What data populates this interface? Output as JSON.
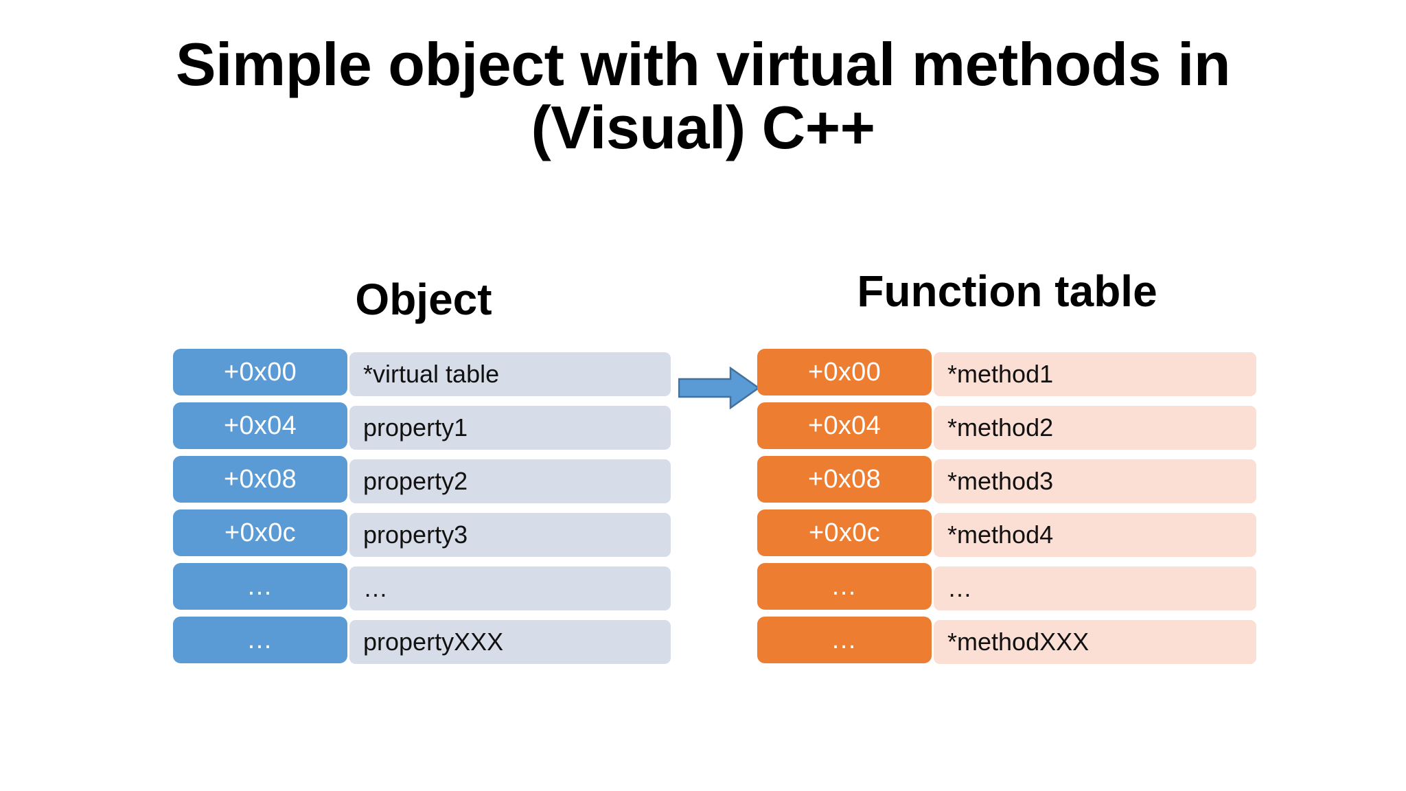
{
  "slide": {
    "title": "Simple object with virtual methods in\n(Visual) C++",
    "background_color": "#FFFFFF"
  },
  "colors": {
    "object_offset_fill": "#5B9BD5",
    "object_value_fill": "#D6DCE8",
    "function_offset_fill": "#ED7D31",
    "function_value_fill": "#FBDED4",
    "arrow_fill": "#5B9BD5",
    "arrow_stroke": "#41719C",
    "text_dark": "#000000",
    "text_light": "#FFFFFF"
  },
  "object_table": {
    "header": "Object",
    "columns": [
      "offset",
      "value"
    ],
    "rows": [
      {
        "offset": "+0x00",
        "value": "*virtual table"
      },
      {
        "offset": "+0x04",
        "value": "property1"
      },
      {
        "offset": "+0x08",
        "value": "property2"
      },
      {
        "offset": "+0x0c",
        "value": "property3"
      },
      {
        "offset": "…",
        "value": "…"
      },
      {
        "offset": "…",
        "value": "propertyXXX"
      }
    ]
  },
  "function_table": {
    "header": "Function table",
    "columns": [
      "offset",
      "value"
    ],
    "rows": [
      {
        "offset": "+0x00",
        "value": "*method1"
      },
      {
        "offset": "+0x04",
        "value": "*method2"
      },
      {
        "offset": "+0x08",
        "value": "*method3"
      },
      {
        "offset": "+0x0c",
        "value": "*method4"
      },
      {
        "offset": "…",
        "value": "…"
      },
      {
        "offset": "…",
        "value": "*methodXXX"
      }
    ]
  },
  "connector": {
    "icon": "right-arrow-icon",
    "from": "object_table.rows.0",
    "to": "function_table.rows.0",
    "label": ""
  }
}
